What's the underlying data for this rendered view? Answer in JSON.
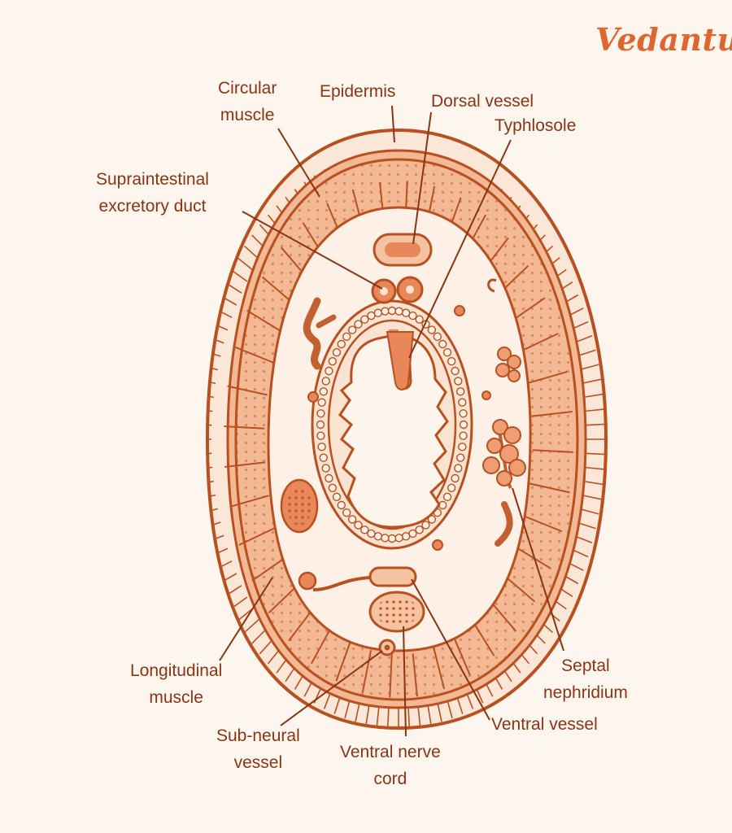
{
  "brand": {
    "logo_text": "Vedantu"
  },
  "labels": {
    "circular_muscle": [
      "Circular",
      "muscle"
    ],
    "epidermis": [
      "Epidermis"
    ],
    "dorsal_vessel": [
      "Dorsal vessel"
    ],
    "typhlosole": [
      "Typhlosole"
    ],
    "supraintestinal_duct": [
      "Supraintestinal",
      "excretory duct"
    ],
    "longitudinal_muscle": [
      "Longitudinal",
      "muscle"
    ],
    "sub_neural_vessel": [
      "Sub-neural",
      "vessel"
    ],
    "ventral_nerve_cord": [
      "Ventral nerve",
      "cord"
    ],
    "ventral_vessel": [
      "Ventral vessel"
    ],
    "septal_nephridium": [
      "Septal",
      "nephridium"
    ]
  },
  "colors": {
    "stroke": "#b9501f",
    "label": "#8a3413",
    "fill_light": "#fbe3d2",
    "fill_mid": "#f1b48d",
    "fill_dark": "#e8875a",
    "background": "#fdf6ee",
    "logo": "#e0662f"
  }
}
